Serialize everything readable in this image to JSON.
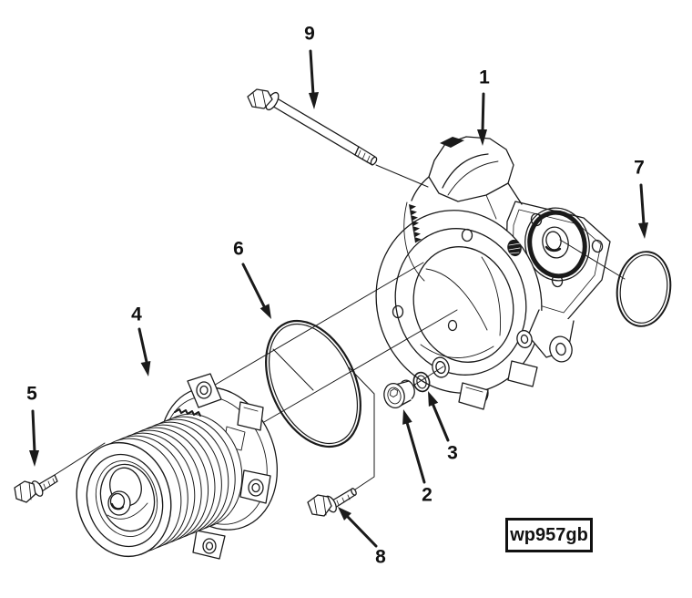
{
  "figure": {
    "code": "wp957gb",
    "type_note": "exploded parts line drawing"
  },
  "colors": {
    "line": "#1a1a1a",
    "background": "#ffffff"
  },
  "callouts": [
    {
      "number": "1"
    },
    {
      "number": "2"
    },
    {
      "number": "3"
    },
    {
      "number": "4"
    },
    {
      "number": "5"
    },
    {
      "number": "6"
    },
    {
      "number": "7"
    },
    {
      "number": "8"
    },
    {
      "number": "9"
    }
  ]
}
